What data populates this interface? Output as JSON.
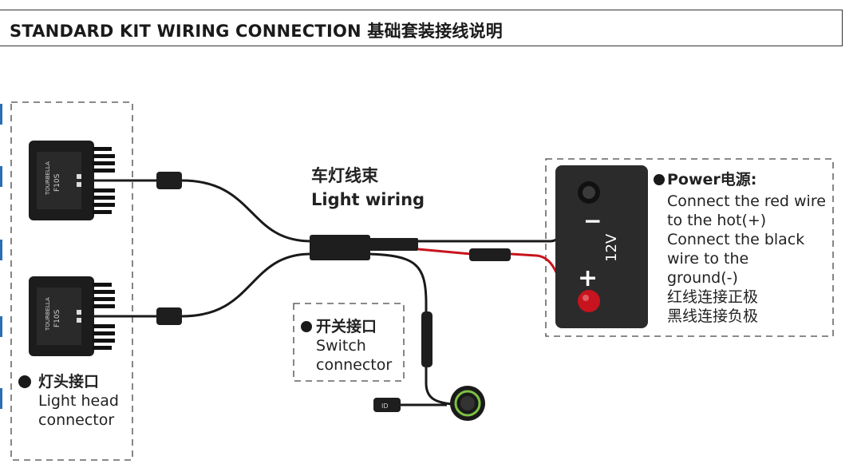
{
  "header": {
    "title": "STANDARD KIT WIRING CONNECTION 基础套装接线说明"
  },
  "wiring": {
    "title_cn": "车灯线束",
    "title_en": "Light wiring"
  },
  "power": {
    "title": "Power电源:",
    "lines": [
      "Connect the red wire",
      "to the hot(+)",
      "Connect the black",
      "wire to the",
      "ground(-)",
      "红线连接正极",
      "黑线连接负极"
    ]
  },
  "switch_connector": {
    "title": "开关接口",
    "lines": [
      "Switch",
      "connector"
    ]
  },
  "light_head": {
    "title": "灯头接口",
    "lines": [
      "Light head",
      "connector"
    ]
  },
  "battery": {
    "voltage": "12V",
    "minus": "−",
    "plus": "+"
  },
  "light_unit": {
    "brand": "TOURBELLA",
    "model": "F10S"
  },
  "switch_device": {
    "label": "ID"
  },
  "colors": {
    "red_wire": "#c8141e",
    "black_wire": "#1a1a1a",
    "battery": "#2b2b2b",
    "dash": "#444444",
    "green_ring": "#7dc143"
  }
}
